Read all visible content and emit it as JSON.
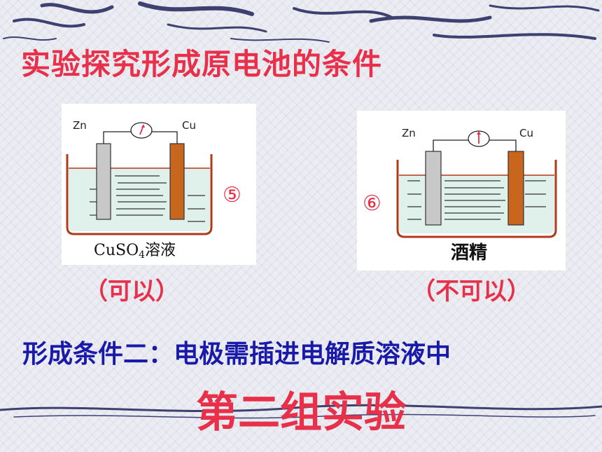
{
  "slide": {
    "title": "实验探究形成原电池的条件",
    "conclusion": "形成条件二：电极需插进电解质溶液中",
    "group_title": "第二组实验"
  },
  "experiments": [
    {
      "number": "⑤",
      "left_electrode": "Zn",
      "right_electrode": "Cu",
      "solution_formula": "CuSO",
      "solution_subscript": "4",
      "solution_suffix": "溶液",
      "result": "（可以）"
    },
    {
      "number": "⑥",
      "left_electrode": "Zn",
      "right_electrode": "Cu",
      "solution_label": "酒精",
      "result": "（不可以）"
    }
  ],
  "colors": {
    "title_red": "#e8304a",
    "conclusion_blue": "#1a1aa8",
    "zinc_gray": "#c8c8c8",
    "copper_orange": "#c8661e",
    "liquid_green": "#dff1ea",
    "beaker_brown": "#b03a1c"
  }
}
